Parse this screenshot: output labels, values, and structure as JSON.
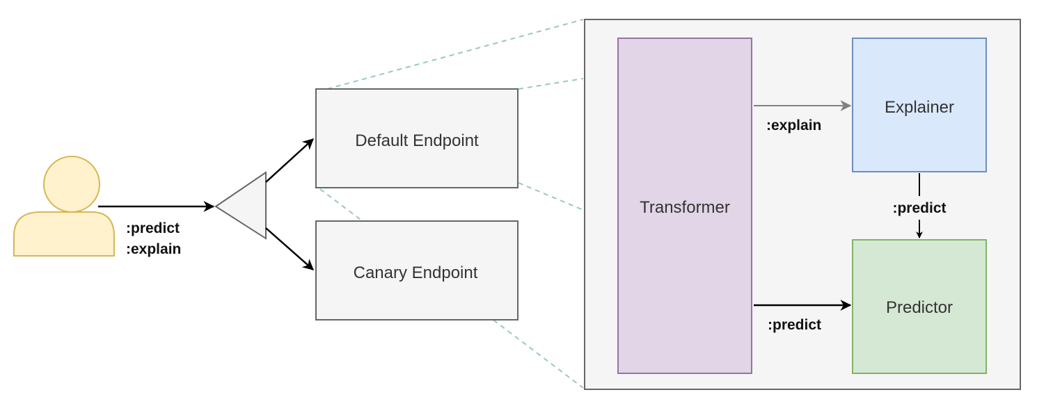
{
  "client": {
    "labels": [
      ":predict",
      ":explain"
    ]
  },
  "endpoints": {
    "default": "Default Endpoint",
    "canary": "Canary Endpoint"
  },
  "detail": {
    "transformer": "Transformer",
    "explainer": "Explainer",
    "predictor": "Predictor",
    "edges": {
      "transformer_to_explainer": ":explain",
      "explainer_to_predictor": ":predict",
      "transformer_to_predictor": ":predict"
    }
  },
  "colors": {
    "user_fill": "#fff2cc",
    "user_stroke": "#d6b656",
    "endpoint_fill": "#f5f5f5",
    "endpoint_stroke": "#666666",
    "container_fill": "#f5f5f5",
    "container_stroke": "#666666",
    "transformer_fill": "#e1d5e7",
    "transformer_stroke": "#9673a6",
    "explainer_fill": "#dae8fc",
    "explainer_stroke": "#6c8ebf",
    "predictor_fill": "#d5e8d4",
    "predictor_stroke": "#82b366",
    "zoom_line": "#9ac7bf"
  }
}
